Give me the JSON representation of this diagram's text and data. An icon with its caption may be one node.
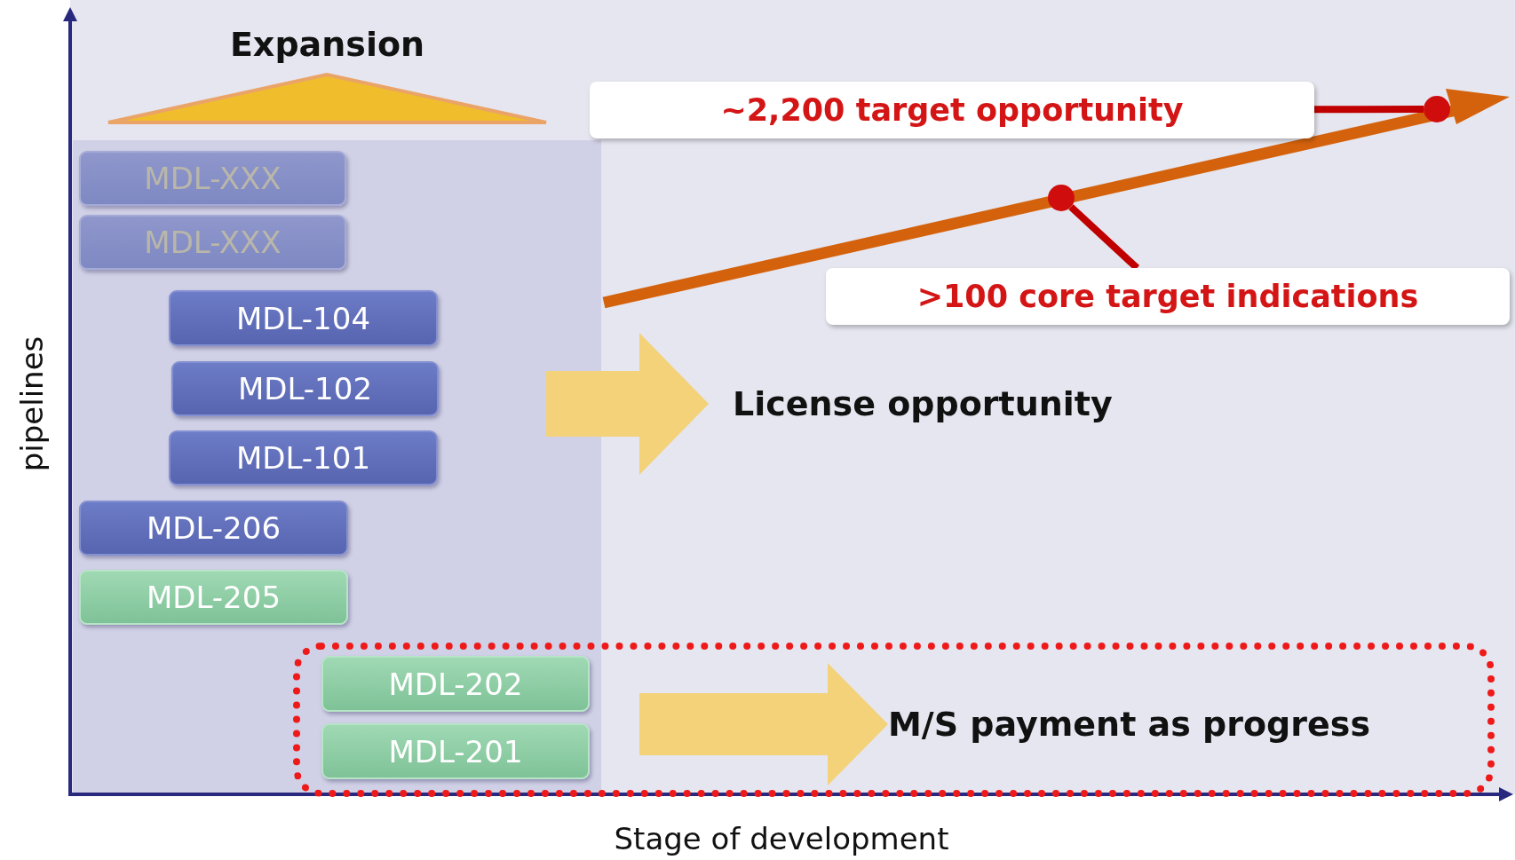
{
  "diagram": {
    "nodes": [
      {
        "text": [
          "Expansion"
        ]
      },
      {
        "text": [
          "~2,200 target opportunity"
        ]
      },
      {
        "text": [],
        "shape": "circle"
      },
      {
        "text": [],
        "shape": "circle"
      },
      {
        "text": [
          ">100 core target indications"
        ]
      },
      {
        "text": [
          "MDL-XXX"
        ]
      },
      {
        "text": [
          "MDL-XXX"
        ]
      },
      {
        "text": [
          "MDL-104"
        ]
      },
      {
        "text": [
          "MDL-102"
        ]
      },
      {
        "text": [
          "MDL-101"
        ]
      },
      {
        "text": [
          "License opportunity"
        ]
      },
      {
        "text": [
          "MDL-206"
        ]
      },
      {
        "text": [
          "MDL-205"
        ]
      },
      {
        "text": [],
        "shape": "box"
      },
      {
        "text": [
          "MDL-202"
        ],
        "in": 13
      },
      {
        "text": [
          "MDL-201"
        ],
        "in": 13
      },
      {
        "text": [
          "M/S payment as progress"
        ],
        "in": 13
      }
    ],
    "edges": [
      {
        "from": 1,
        "to": 2,
        "arrow": "none",
        "color": "#c00000"
      },
      {
        "from": 4,
        "to": 3,
        "arrow": "none",
        "color": "#c00000"
      },
      {
        "from": null,
        "to": 10,
        "arrow": "to",
        "style": "thick",
        "color": "#f3d27a"
      },
      {
        "from": null,
        "to": 16,
        "arrow": "to",
        "style": "thick",
        "color": "#f3d27a"
      }
    ],
    "labels": [
      "pipelines",
      "Stage of development"
    ]
  }
}
